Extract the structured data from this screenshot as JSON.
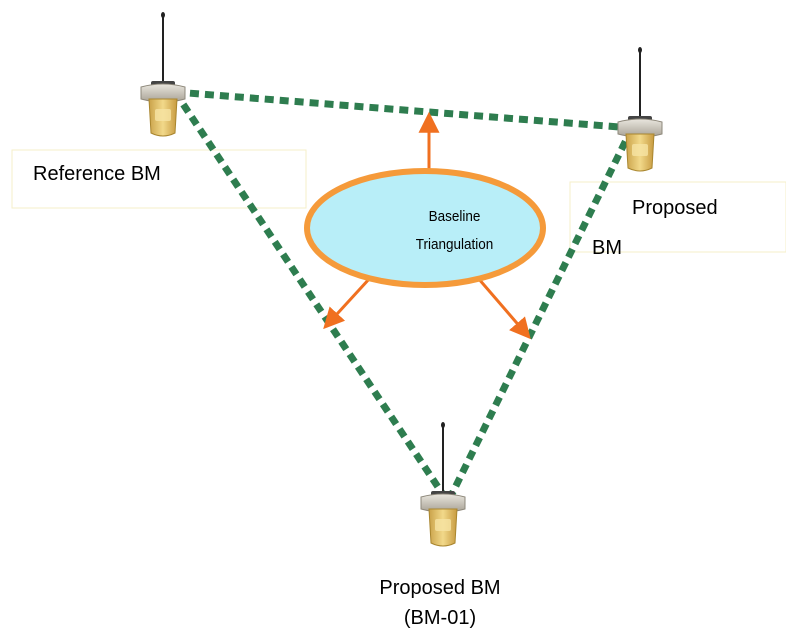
{
  "nodes": {
    "reference": {
      "label": "Reference BM"
    },
    "proposed_right": {
      "label_line1": "Proposed",
      "label_line2": "BM"
    },
    "proposed_bottom": {
      "label_line1": "Proposed BM",
      "label_line2": "(BM-01)"
    }
  },
  "center": {
    "line1": "Baseline",
    "line2": "Triangulation"
  },
  "colors": {
    "baseline_dash": "#2e7d4f",
    "arrow": "#f07020",
    "ellipse_fill": "#b8eef8",
    "ellipse_stroke": "#f59a3a",
    "receiver_body": "#e8c86a",
    "receiver_top": "#c9c4b8"
  },
  "icons": [
    "gps-receiver-icon"
  ]
}
